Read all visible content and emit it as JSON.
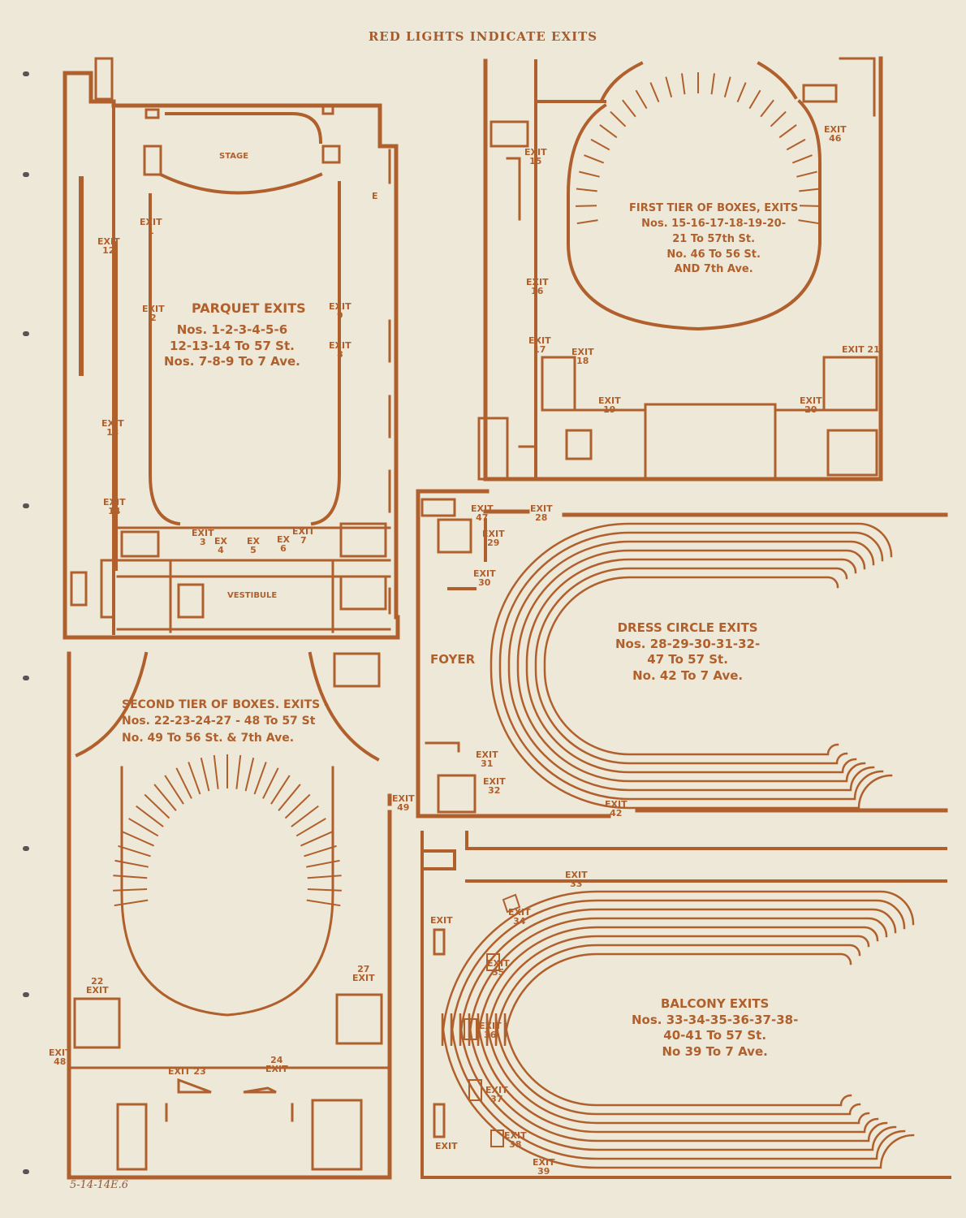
{
  "header": {
    "title": "RED LIGHTS INDICATE EXITS"
  },
  "colors": {
    "ink": "#b0602c",
    "paper": "#eee8d8"
  },
  "parquet": {
    "heading": "PARQUET EXITS",
    "lines": "Nos. 1-2-3-4-5-6\n12-13-14 To 57 St.\nNos. 7-8-9 To 7 Ave.",
    "stage": "STAGE",
    "vestibule": "VESTIBULE",
    "e_mark": "E",
    "exits": [
      "EXIT\n1",
      "EXIT\n12",
      "EXIT\n2",
      "EXIT\n9",
      "EXIT\n8",
      "EXIT\n13",
      "EXIT\n14",
      "EXIT\n3",
      "EX\n4",
      "EX\n5",
      "EX\n6",
      "EXIT\n7"
    ]
  },
  "first_tier": {
    "lines": "FIRST TIER OF BOXES, EXITS\nNos. 15-16-17-18-19-20-\n21 To 57th St.\nNo. 46 To 56 St.\nAND 7th Ave.",
    "exits": [
      "EXIT\n15",
      "EXIT\n16",
      "EXIT\n17",
      "EXIT\n18",
      "EXIT\n19",
      "EXIT\n46",
      "EXIT 21",
      "EXIT\n20"
    ]
  },
  "dress_circle": {
    "lines": "DRESS CIRCLE EXITS\nNos. 28-29-30-31-32-\n47 To 57 St.\nNo. 42 To 7 Ave.",
    "foyer": "FOYER",
    "exits": [
      "EXIT\n47",
      "EXIT\n28",
      "EXIT\n29",
      "EXIT\n30",
      "EXIT\n31",
      "EXIT\n32",
      "EXIT\n42",
      "EXIT\n49"
    ]
  },
  "second_tier": {
    "lines": "SECOND TIER OF BOXES. EXITS -\nNos. 22-23-24-27 - 48 To 57 St\nNo. 49 To 56 St. & 7th Ave.",
    "exits": [
      "22\nEXIT",
      "27\nEXIT",
      "EXIT\n48",
      "EXIT 23",
      "24\nEXIT"
    ]
  },
  "balcony": {
    "lines": "BALCONY EXITS\nNos. 33-34-35-36-37-38-\n40-41 To 57 St.\nNo 39 To 7 Ave.",
    "exits": [
      "EXIT\n33",
      "EXIT",
      "EXIT\n34",
      "EXIT\n35",
      "EXIT\n36",
      "EXIT\n37",
      "EXIT\n38",
      "EXIT\n39",
      "EXIT"
    ]
  },
  "footer": {
    "note": "5-14-14E.6"
  }
}
